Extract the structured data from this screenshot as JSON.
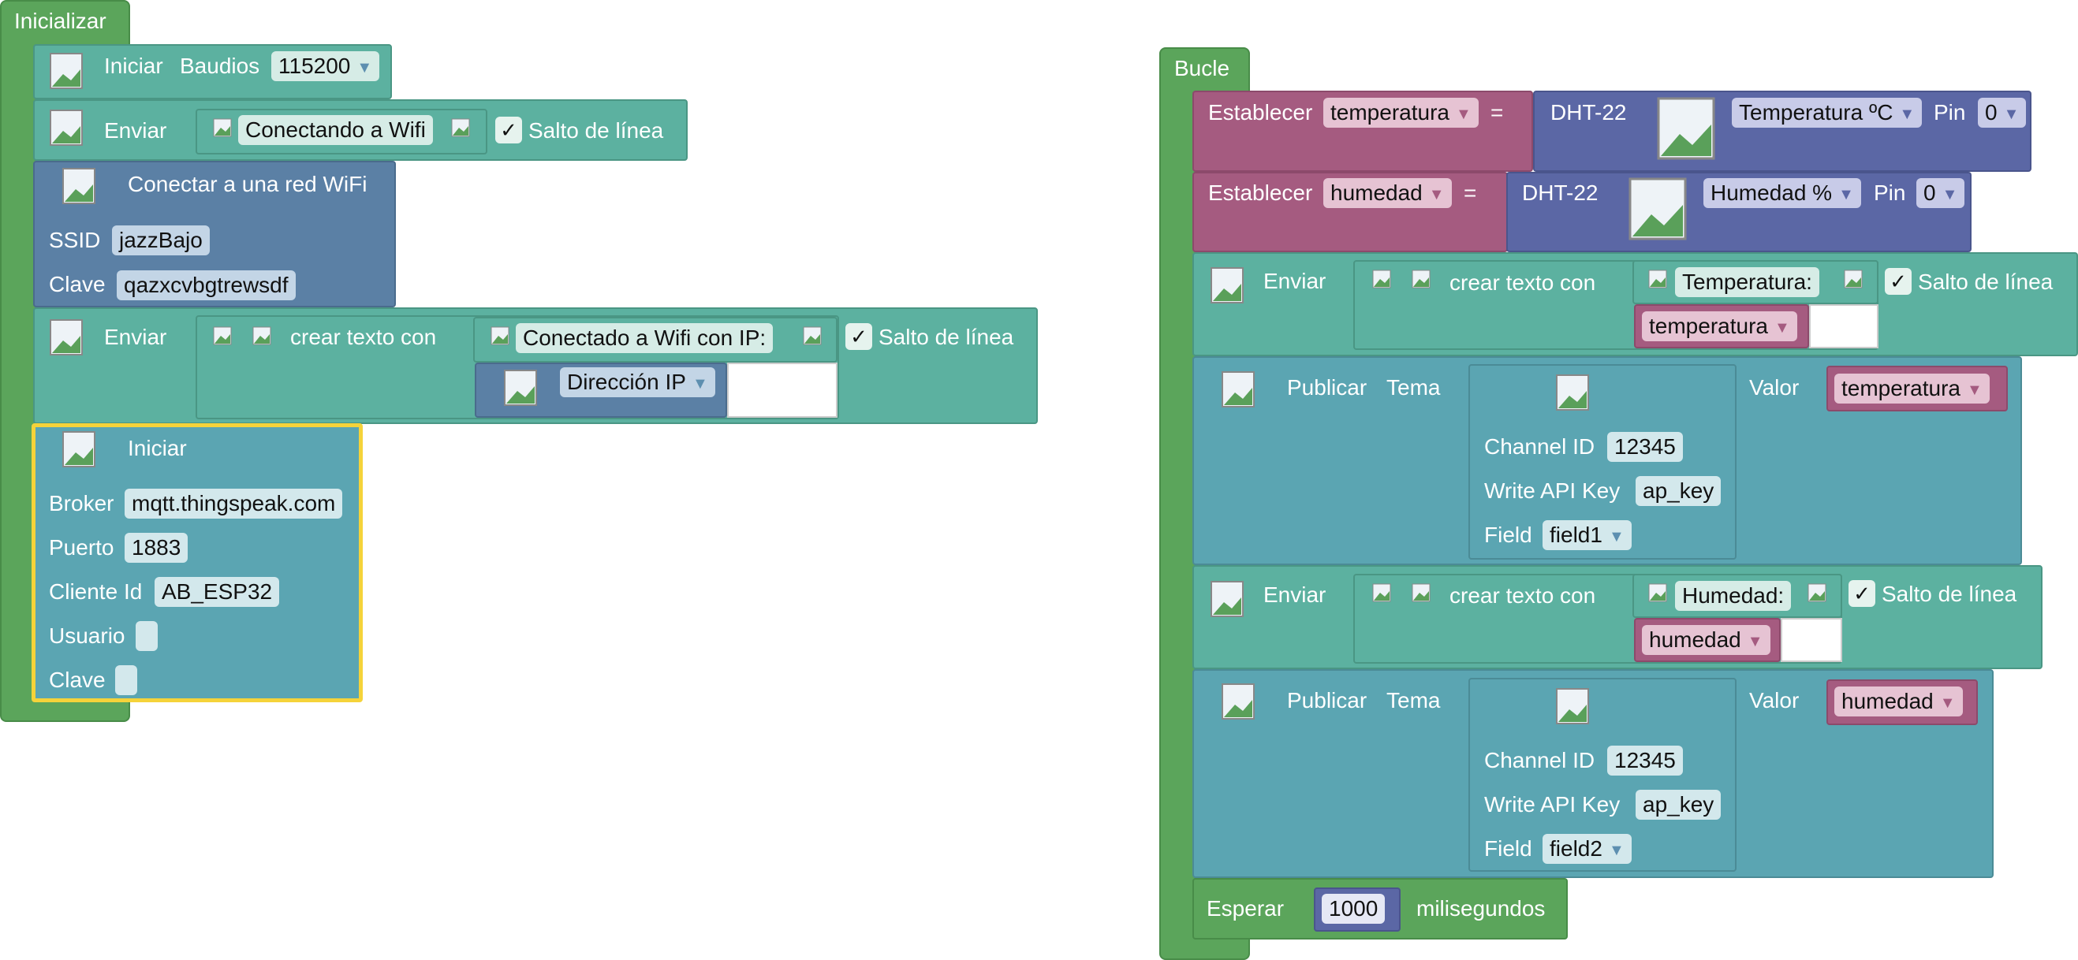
{
  "colors": {
    "event": "#5ba55b",
    "serial": "#5cb1a0",
    "wifi": "#5b80a5",
    "mqtt": "#5ba5b2",
    "variable": "#a55b80",
    "sensor": "#5b67a5",
    "selected": "#f5d33a"
  },
  "setup": {
    "hat_label": "Inicializar",
    "serial_begin": {
      "label": "Iniciar",
      "baud_label": "Baudios",
      "baud_value": "115200"
    },
    "send1": {
      "label": "Enviar",
      "text": "Conectando a Wifi",
      "newline_label": "Salto de línea",
      "newline_checked": "✓"
    },
    "wifi": {
      "title": "Conectar a una red WiFi",
      "ssid_label": "SSID",
      "ssid_value": "jazzBajo",
      "key_label": "Clave",
      "key_value": "qazxcvbgtrewsdf"
    },
    "send2": {
      "label": "Enviar",
      "join_label": "crear texto con",
      "text": "Conectado a Wifi con IP:",
      "ip_label": "Dirección IP",
      "newline_label": "Salto de línea",
      "newline_checked": "✓"
    },
    "mqtt_init": {
      "title": "Iniciar",
      "broker_label": "Broker",
      "broker_value": "mqtt.thingspeak.com",
      "port_label": "Puerto",
      "port_value": "1883",
      "client_label": "Cliente Id",
      "client_value": "AB_ESP32",
      "user_label": "Usuario",
      "user_value": "",
      "key_label": "Clave",
      "key_value": ""
    }
  },
  "loop": {
    "hat_label": "Bucle",
    "set_temp": {
      "label": "Establecer",
      "var": "temperatura",
      "eq": "=",
      "sensor": "DHT-22",
      "measure": "Temperatura ºC",
      "pin_label": "Pin",
      "pin_value": "0"
    },
    "set_hum": {
      "label": "Establecer",
      "var": "humedad",
      "eq": "=",
      "sensor": "DHT-22",
      "measure": "Humedad %",
      "pin_label": "Pin",
      "pin_value": "0"
    },
    "send_temp": {
      "label": "Enviar",
      "join_label": "crear texto con",
      "text": "Temperatura:",
      "var": "temperatura",
      "newline_label": "Salto de línea",
      "newline_checked": "✓"
    },
    "pub_temp": {
      "label": "Publicar",
      "topic_label": "Tema",
      "channel_label": "Channel ID",
      "channel_value": "12345",
      "api_label": "Write API Key",
      "api_value": "ap_key",
      "field_label": "Field",
      "field_value": "field1",
      "value_label": "Valor",
      "var": "temperatura"
    },
    "send_hum": {
      "label": "Enviar",
      "join_label": "crear texto con",
      "text": "Humedad:",
      "var": "humedad",
      "newline_label": "Salto de línea",
      "newline_checked": "✓"
    },
    "pub_hum": {
      "label": "Publicar",
      "topic_label": "Tema",
      "channel_label": "Channel ID",
      "channel_value": "12345",
      "api_label": "Write API Key",
      "api_value": "ap_key",
      "field_label": "Field",
      "field_value": "field2",
      "value_label": "Valor",
      "var": "humedad"
    },
    "wait": {
      "label": "Esperar",
      "value": "1000",
      "unit": "milisegundos"
    }
  },
  "icons": {
    "placeholder": "broken-image-icon",
    "dropdown": "dropdown-arrow-icon",
    "check": "checkbox-icon"
  }
}
